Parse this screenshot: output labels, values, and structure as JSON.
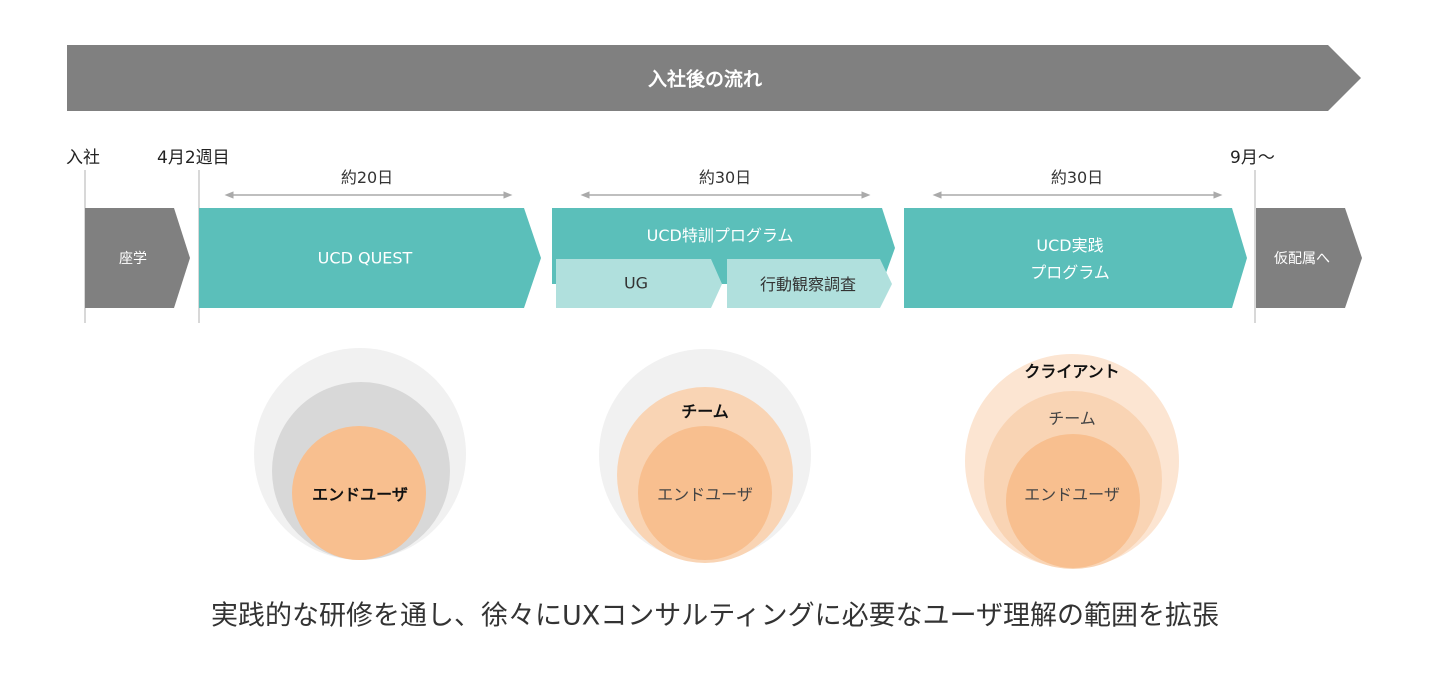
{
  "banner": {
    "title": "入社後の流れ"
  },
  "milestones": {
    "join": "入社",
    "april": "4月2週目",
    "september": "9月～"
  },
  "durations": [
    "約20日",
    "約30日",
    "約30日"
  ],
  "phases": {
    "lecture": "座学",
    "quest": "UCD QUEST",
    "training": "UCD特訓プログラム",
    "ug": "UG",
    "observation": "行動観察調査",
    "practice_line1": "UCD実践",
    "practice_line2": "プログラム",
    "assignment": "仮配属へ"
  },
  "circles": [
    {
      "inner": "エンドユーザ"
    },
    {
      "middle": "チーム",
      "inner": "エンドユーザ"
    },
    {
      "outer": "クライアント",
      "middle": "チーム",
      "inner": "エンドユーザ"
    }
  ],
  "caption": "実践的な研修を通し、徐々にUXコンサルティングに必要なユーザ理解の範囲を拡張",
  "colors": {
    "gray": "#808080",
    "teal": "#5bbfba",
    "light_teal": "#b0e0dd",
    "orange": "#f8bf8f",
    "peach": "#f9d4b4",
    "pale_peach": "#fce5d2",
    "light_gray": "#f1f1f1",
    "mid_gray": "#d8d8d8"
  }
}
